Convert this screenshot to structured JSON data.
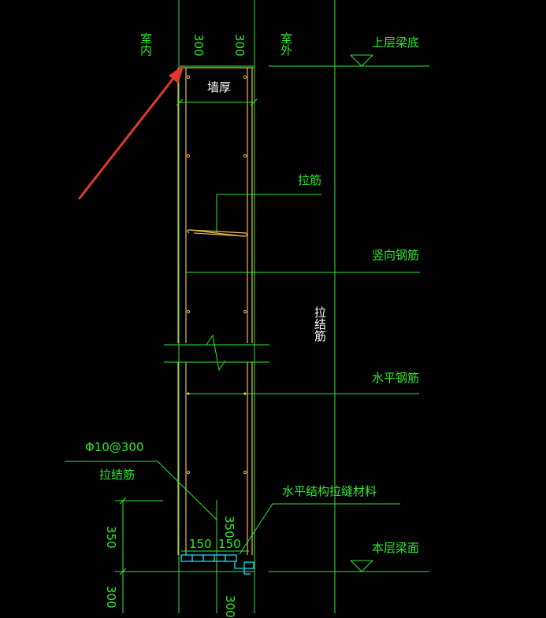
{
  "labels": {
    "indoor": "室内",
    "outdoor": "室外",
    "dim_300_a": "300",
    "dim_300_b": "300",
    "upper_beam_bottom": "上层梁底",
    "wall_thickness": "墙厚",
    "tie_bar": "拉筋",
    "vertical_rebar": "竖向钢筋",
    "horizontal_rebar": "水平钢筋",
    "tie_joint_vertical": "拉结筋",
    "rebar_spec": "Φ10@300",
    "tie_structure_bar": "拉结筋",
    "horizontal_joint_material": "水平结构拉缝材料",
    "dim_350_left": "350",
    "dim_350_mid": "350",
    "dim_150_a": "150",
    "dim_150_b": "150",
    "current_beam_top": "本层梁面",
    "dim_300_bottom": "300",
    "dim_300_bottom_mid": "300"
  },
  "colors": {
    "background": "#000000",
    "wall_line": "#e8b858",
    "green_line": "#2fe82f",
    "label": "#2fe82f",
    "white_text": "#ffffff",
    "arrow": "#e03a2a",
    "cyan": "#00e5ff",
    "yellow": "#f0e040"
  }
}
